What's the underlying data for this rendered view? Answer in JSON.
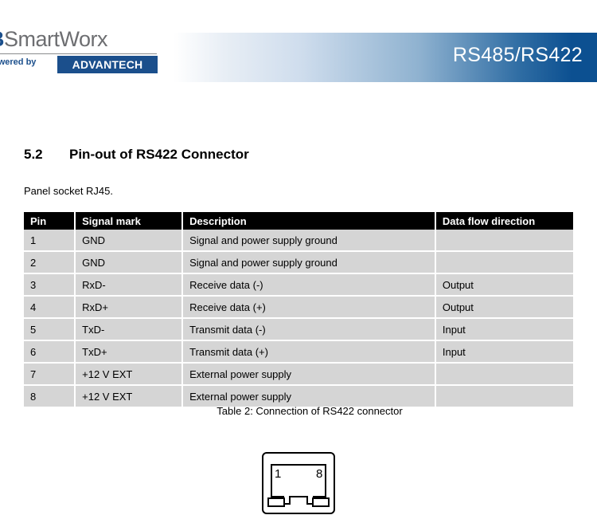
{
  "header": {
    "title": "RS485/RS422",
    "brand_b": "B",
    "brand_smartworx": "SmartWorx",
    "powered_by": "owered by",
    "advantech": "ADVANTECH"
  },
  "section": {
    "number": "5.2",
    "title": "Pin-out of RS422 Connector",
    "intro": "Panel socket RJ45."
  },
  "table": {
    "columns": [
      "Pin",
      "Signal mark",
      "Description",
      "Data flow direction"
    ],
    "rows": [
      {
        "pin": "1",
        "signal": "GND",
        "description": "Signal and power supply ground",
        "flow": ""
      },
      {
        "pin": "2",
        "signal": "GND",
        "description": "Signal and power supply ground",
        "flow": ""
      },
      {
        "pin": "3",
        "signal": "RxD-",
        "description": "Receive data (-)",
        "flow": "Output"
      },
      {
        "pin": "4",
        "signal": "RxD+",
        "description": "Receive data (+)",
        "flow": "Output"
      },
      {
        "pin": "5",
        "signal": "TxD-",
        "description": "Transmit data (-)",
        "flow": "Input"
      },
      {
        "pin": "6",
        "signal": "TxD+",
        "description": "Transmit data (+)",
        "flow": "Input"
      },
      {
        "pin": "7",
        "signal": "+12 V EXT",
        "description": "External power supply",
        "flow": ""
      },
      {
        "pin": "8",
        "signal": "+12 V EXT",
        "description": "External power supply",
        "flow": ""
      }
    ],
    "caption": "Table 2: Connection of RS422 connector"
  },
  "figure": {
    "pin_first_label": "1",
    "pin_last_label": "8"
  },
  "colors": {
    "brand_blue": "#0c5091",
    "logo_blue": "#1b4f8c",
    "logo_gray": "#6d6e71",
    "row_gray": "#d5d5d5",
    "header_black": "#000000"
  }
}
